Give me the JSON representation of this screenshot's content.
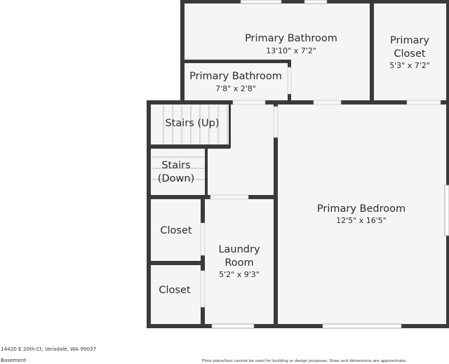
{
  "rooms": {
    "primary_bathroom_large": {
      "name": "Primary Bathroom",
      "dims": "13'10\" x 7'2\""
    },
    "primary_closet": {
      "name_line1": "Primary",
      "name_line2": "Closet",
      "dims": "5'3\" x 7'2\""
    },
    "primary_bathroom_small": {
      "name": "Primary Bathroom",
      "dims": "7'8\" x 2'8\""
    },
    "stairs_up": {
      "name": "Stairs (Up)"
    },
    "stairs_down": {
      "name_line1": "Stairs",
      "name_line2": "(Down)"
    },
    "closet_upper": {
      "name": "Closet"
    },
    "closet_lower": {
      "name": "Closet"
    },
    "laundry_room": {
      "name_line1": "Laundry",
      "name_line2": "Room",
      "dims": "5'2\" x 9'3\""
    },
    "primary_bedroom": {
      "name": "Primary Bedroom",
      "dims": "12'5\" x 16'5\""
    }
  },
  "footer": {
    "address": "14420 E 20th Ct, Veradale, WA 99037",
    "level": "Basement",
    "disclaimer": "Floor plans/tour cannot be used for building or design purposes. Sizes and dimensions are approximate."
  },
  "colors": {
    "wall": "#3a3a3a",
    "floor": "#f5f5f5",
    "background": "#ffffff"
  }
}
